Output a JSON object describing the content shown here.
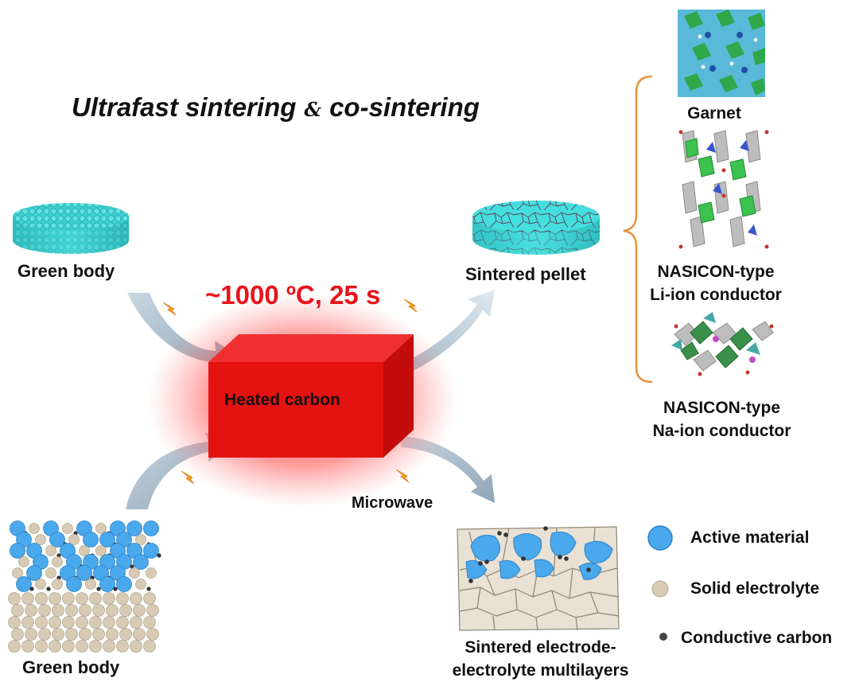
{
  "title": {
    "part1": "Ultrafast sintering",
    "amp": "&",
    "part2": "co-sintering"
  },
  "conditions": "~1000 ºC, 25 s",
  "heater": {
    "label": "Heated carbon"
  },
  "inputs": {
    "green_body_pellet": "Green body",
    "green_body_layers": "Green body"
  },
  "outputs": {
    "sintered_pellet": "Sintered pellet",
    "multilayers_line1": "Sintered electrode-",
    "multilayers_line2": "electrolyte multilayers"
  },
  "heating_mode": "Microwave",
  "structures": {
    "garnet": "Garnet",
    "nasicon_li_line1": "NASICON-type",
    "nasicon_li_line2": "Li-ion conductor",
    "nasicon_na_line1": "NASICON-type",
    "nasicon_na_line2": "Na-ion conductor"
  },
  "legend": [
    {
      "label": "Active material",
      "color": "#4aa8ec"
    },
    {
      "label": "Solid electrolyte",
      "color": "#d8cbb5"
    },
    {
      "label": "Conductive carbon",
      "color": "#555555"
    }
  ],
  "colors": {
    "heater": "#e01010",
    "arrow": "#a7bccb",
    "bracket": "#e8923a",
    "spark": "#f5a21b",
    "pellet": "#3fd0d0"
  }
}
